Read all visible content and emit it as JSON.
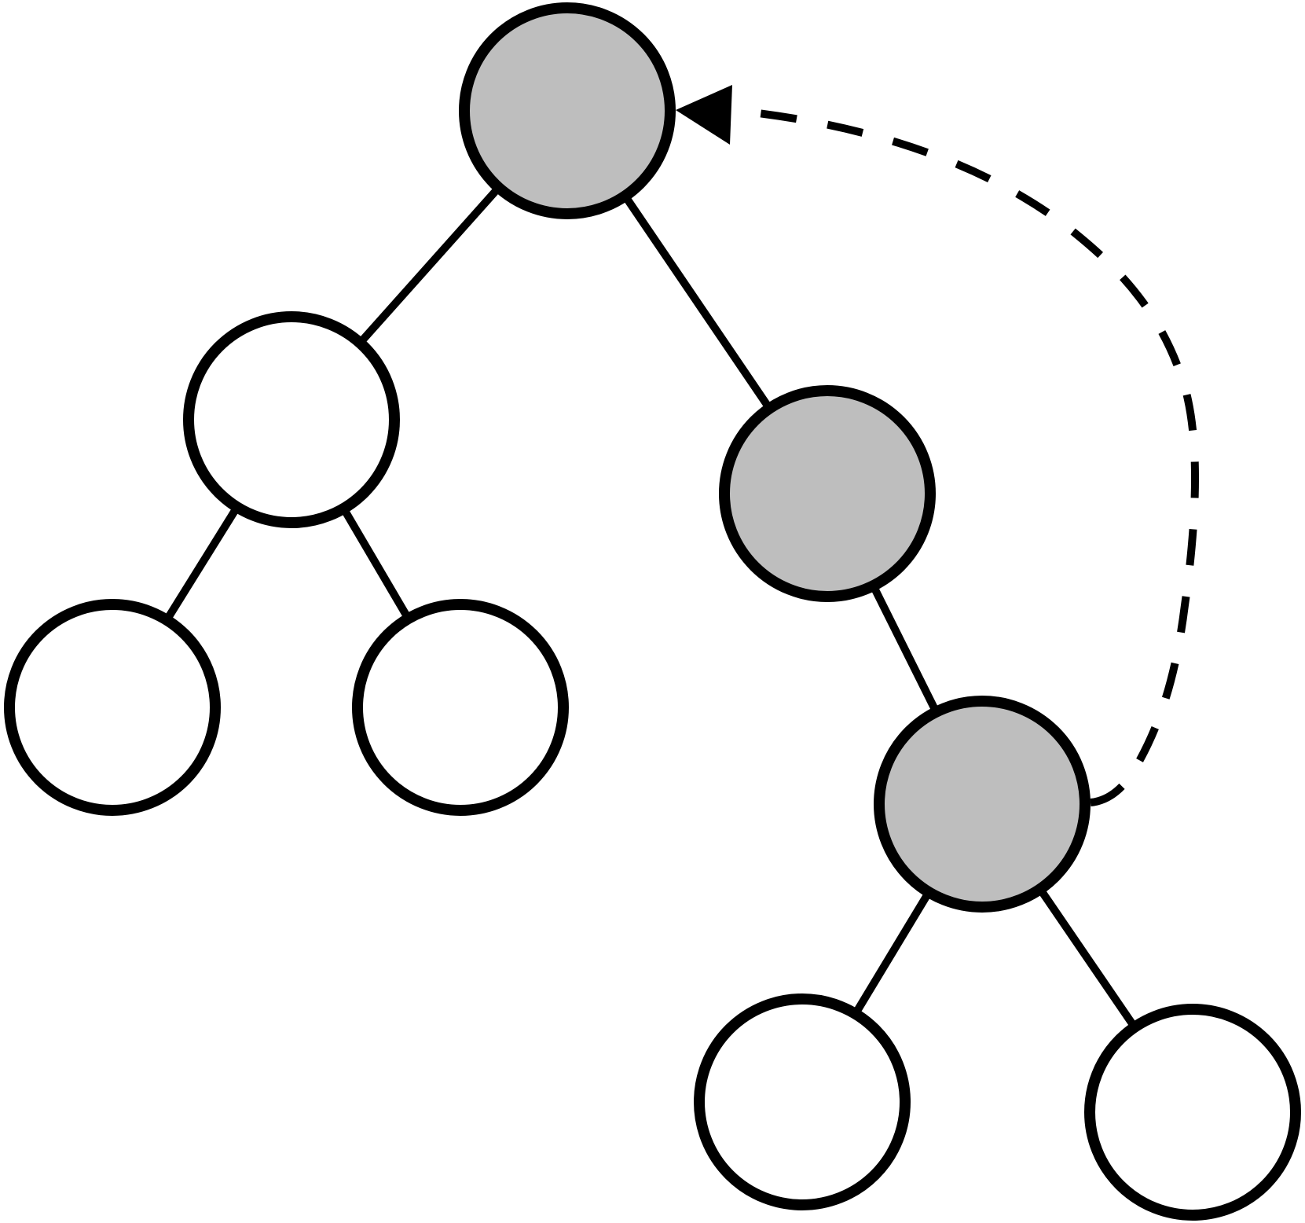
{
  "diagram": {
    "type": "binary-tree",
    "colors": {
      "highlighted": "#bebebe",
      "normal": "#ffffff",
      "stroke": "#000000"
    },
    "nodes": [
      {
        "id": "root",
        "state": "highlighted"
      },
      {
        "id": "left-child",
        "state": "normal"
      },
      {
        "id": "right-child",
        "state": "highlighted"
      },
      {
        "id": "left-left-leaf",
        "state": "normal"
      },
      {
        "id": "left-right-leaf",
        "state": "normal"
      },
      {
        "id": "right-right-node",
        "state": "highlighted"
      },
      {
        "id": "right-right-left-leaf",
        "state": "normal"
      },
      {
        "id": "right-right-right-leaf",
        "state": "normal"
      }
    ],
    "edges": [
      {
        "from": "root",
        "to": "left-child"
      },
      {
        "from": "root",
        "to": "right-child"
      },
      {
        "from": "left-child",
        "to": "left-left-leaf"
      },
      {
        "from": "left-child",
        "to": "left-right-leaf"
      },
      {
        "from": "right-child",
        "to": "right-right-node"
      },
      {
        "from": "right-right-node",
        "to": "right-right-left-leaf"
      },
      {
        "from": "right-right-node",
        "to": "right-right-right-leaf"
      }
    ],
    "dashed_arrow": {
      "from": "right-right-node",
      "to": "root",
      "style": "dashed"
    }
  }
}
